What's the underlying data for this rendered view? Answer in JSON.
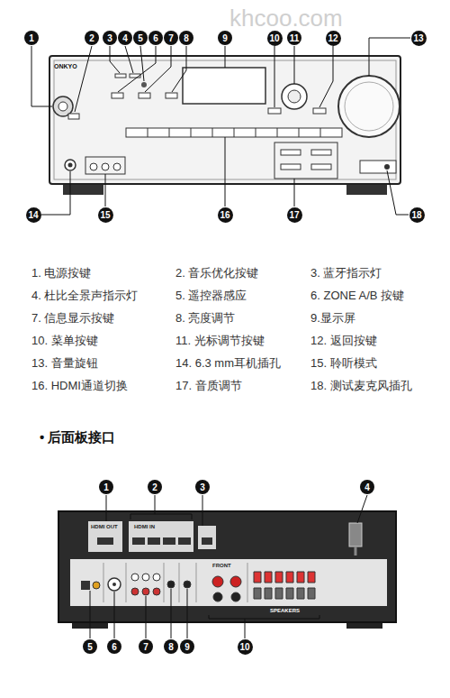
{
  "diagram": {
    "nodes": [
      {
        "text": [
          "1"
        ]
      },
      {
        "text": [
          "2"
        ]
      },
      {
        "text": [
          "3"
        ]
      },
      {
        "text": [
          "4"
        ]
      },
      {
        "text": [
          "5"
        ]
      },
      {
        "text": [
          "6"
        ]
      },
      {
        "text": [
          "7"
        ]
      },
      {
        "text": [
          "8"
        ]
      },
      {
        "text": [
          "9"
        ]
      },
      {
        "text": [
          "10"
        ]
      },
      {
        "text": [
          "11"
        ]
      },
      {
        "text": [
          "12"
        ]
      },
      {
        "text": [
          "13"
        ]
      },
      {
        "text": [
          "14"
        ]
      },
      {
        "text": [
          "15"
        ]
      },
      {
        "text": [
          "16"
        ]
      },
      {
        "text": [
          "17"
        ]
      },
      {
        "text": [
          "18"
        ]
      },
      {
        "text": [
          "1"
        ]
      },
      {
        "text": [
          "2"
        ]
      },
      {
        "text": [
          "3"
        ]
      },
      {
        "text": [
          "4"
        ]
      },
      {
        "text": [
          "5"
        ]
      },
      {
        "text": [
          "6"
        ]
      },
      {
        "text": [
          "7"
        ]
      },
      {
        "text": [
          "8"
        ]
      },
      {
        "text": [
          "9"
        ]
      },
      {
        "text": [
          "10"
        ]
      }
    ],
    "labels": [
      "khcoo.com",
      "ONKYO",
      "1. 电源按键",
      "2. 音乐优化按键",
      "3. 蓝牙指示灯",
      "4. 杜比全景声指示灯",
      "5. 遥控器感应",
      "6. ZONE A/B 按键",
      "7. 信息显示按键",
      "8. 亮度调节",
      "9.显示屏",
      "10. 菜单按键",
      "11. 光标调节按键",
      "12. 返回按键",
      "13. 音量旋钮",
      "14. 6.3 mm耳机插孔",
      "15. 聆听模式",
      "16. HDMI通道切换",
      "17. 音质调节",
      "18. 测试麦克风插孔",
      "• 后面板接口",
      "HDMI OUT",
      "HDMI IN",
      "FRONT",
      "SPEAKERS"
    ]
  }
}
